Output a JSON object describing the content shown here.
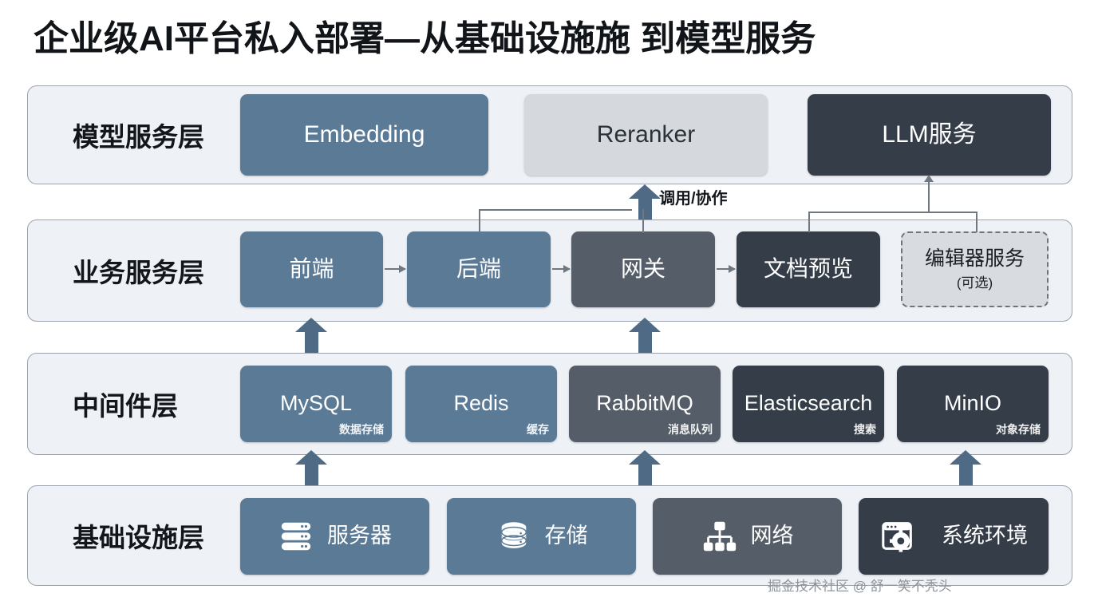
{
  "title": "企业级AI平台私入部署—从基础设施施  到模型服务",
  "watermark": "掘金技术社区 @ 舒一笑不秃头",
  "connector_label": "调用/协作",
  "colors": {
    "blue": "#5b7a96",
    "light": "#d5d9dd",
    "dark": "#343d48",
    "slate": "#555e68",
    "band": "#eef1f5",
    "band_border": "#9aa3ad",
    "arrow": "#4e6a85",
    "thin_line": "#6f7880",
    "title_text": "#111418"
  },
  "layers": [
    {
      "id": "model",
      "title": "模型服务层",
      "nodes": [
        {
          "label": "Embedding",
          "style": "blue",
          "sub": ""
        },
        {
          "label": "Reranker",
          "style": "light",
          "sub": ""
        },
        {
          "label": "LLM服务",
          "style": "dark",
          "sub": ""
        }
      ]
    },
    {
      "id": "business",
      "title": "业务服务层",
      "nodes": [
        {
          "label": "前端",
          "style": "blue",
          "sub": ""
        },
        {
          "label": "后端",
          "style": "blue",
          "sub": ""
        },
        {
          "label": "网关",
          "style": "slate",
          "sub": ""
        },
        {
          "label": "文档预览",
          "style": "dark",
          "sub": ""
        },
        {
          "label": "编辑器服务",
          "style": "dashed",
          "sub": "(可选)"
        }
      ]
    },
    {
      "id": "middleware",
      "title": "中间件层",
      "nodes": [
        {
          "label": "MySQL",
          "style": "blue",
          "sub": "数据存储"
        },
        {
          "label": "Redis",
          "style": "blue",
          "sub": "缓存"
        },
        {
          "label": "RabbitMQ",
          "style": "slate",
          "sub": "消息队列"
        },
        {
          "label": "Elasticsearch",
          "style": "dark",
          "sub": "搜索"
        },
        {
          "label": "MinIO",
          "style": "dark",
          "sub": "对象存储"
        }
      ]
    },
    {
      "id": "infrastructure",
      "title": "基础设施层",
      "nodes": [
        {
          "label": "服务器",
          "style": "blue",
          "icon": "server-icon"
        },
        {
          "label": "存储",
          "style": "blue",
          "icon": "database-icon"
        },
        {
          "label": "网络",
          "style": "slate",
          "icon": "sitemap-icon"
        },
        {
          "label": "系统环境",
          "style": "dark",
          "icon": "window-gear-icon"
        }
      ]
    }
  ]
}
